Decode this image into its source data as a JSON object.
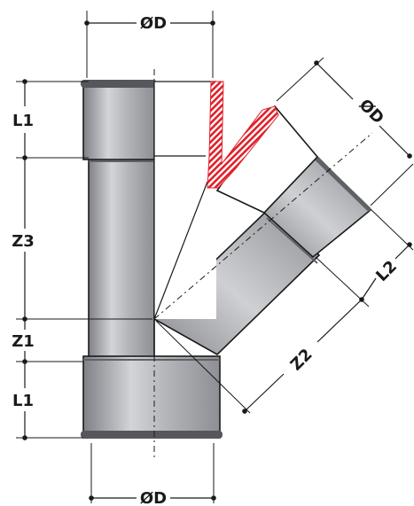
{
  "labels": {
    "diameter_top": "ØD",
    "diameter_bottom": "ØD",
    "diameter_branch": "ØD",
    "l1_top": "L1",
    "z3": "Z3",
    "z1": "Z1",
    "l1_bottom": "L1",
    "l2": "L2",
    "z2": "Z2"
  },
  "colors": {
    "pipe_dark": "#8d8f94",
    "pipe_light": "#d9dadc",
    "section_fill": "#ffffff",
    "hatch_red": "#e0202a",
    "line": "#1a1a1a"
  }
}
